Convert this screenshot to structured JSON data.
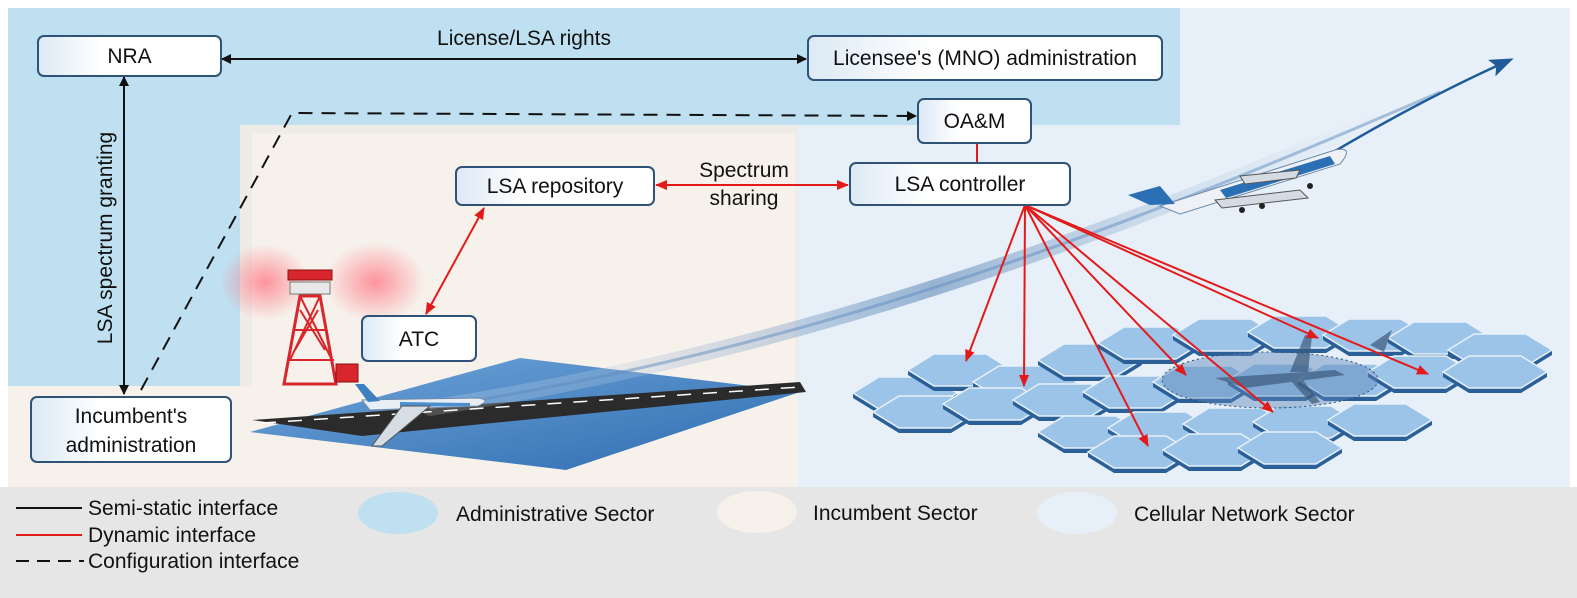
{
  "colors": {
    "administrative_sector": "#bfe0f0",
    "incumbent_sector": "#f7f1eb",
    "cellular_sector": "#e7f0f8",
    "legend_band": "#e6e6e6",
    "semi_static_line": "#111111",
    "dynamic_line": "#e41a1a",
    "node_border": "#2f5277",
    "hex_tile": "#9cc4e8",
    "runway": "#2b2b2b"
  },
  "nodes": {
    "nra": "NRA",
    "licensee_admin": "Licensee's (MNO) administration",
    "oam": "OA&M",
    "lsa_repository": "LSA repository",
    "lsa_controller": "LSA controller",
    "atc": "ATC",
    "incumbent_admin_line1": "Incumbent's",
    "incumbent_admin_line2": "administration"
  },
  "edges": {
    "license_rights": "License/LSA rights",
    "spectrum_granting": "LSA spectrum granting",
    "spectrum_sharing_line1": "Spectrum",
    "spectrum_sharing_line2": "sharing"
  },
  "legend": {
    "semi_static": "Semi-static interface",
    "dynamic": "Dynamic interface",
    "configuration": "Configuration interface",
    "administrative_sector": "Administrative Sector",
    "incumbent_sector": "Incumbent Sector",
    "cellular_sector": "Cellular Network Sector"
  },
  "icons": [
    "radar-tower-icon",
    "landing-airplane-icon",
    "flying-airplane-icon",
    "runway-icon",
    "cellular-hex-grid-icon",
    "airplane-shadow-icon"
  ]
}
